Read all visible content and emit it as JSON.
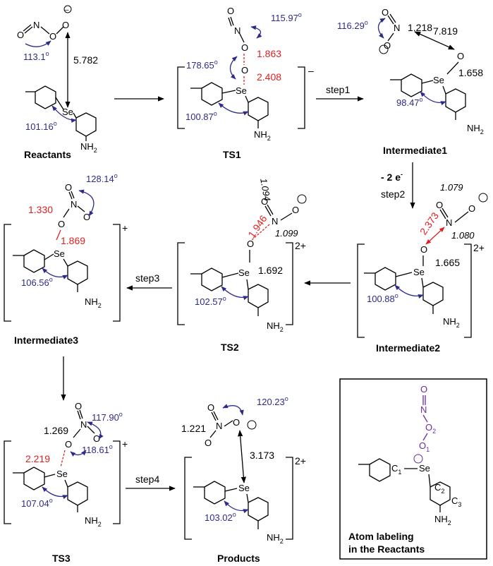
{
  "labels": {
    "reactants": "Reactants",
    "ts1": "TS1",
    "int1": "Intermediate1",
    "int2": "Intermediate2",
    "ts2": "TS2",
    "int3": "Intermediate3",
    "ts3": "TS3",
    "products": "Products"
  },
  "steps": {
    "step1": "step1",
    "step2": "step2",
    "step2_note": "- 2 e",
    "step3": "step3",
    "step4": "step4"
  },
  "charges": {
    "ts1": "–",
    "int2": "2+",
    "ts2": "2+",
    "int3": "+",
    "ts3": "+",
    "products": "2+"
  },
  "atoms": {
    "se": "Se",
    "nh2": "NH",
    "nh2_sub": "2",
    "o": "O",
    "n": "N",
    "minus": "–"
  },
  "distances": {
    "reactants_o_se": "5.782",
    "ts1_o_o": "1.863",
    "ts1_o_se": "2.408",
    "int1_no": "1.218",
    "int1_o_o": "7.819",
    "int1_se_o": "1.658",
    "int2_o_n": "2.373",
    "int2_no_a": "1.079",
    "int2_no_b": "1.080",
    "int2_se_o": "1.665",
    "ts2_o_n": "1.946",
    "ts2_no_a": "1.094",
    "ts2_no_b": "1.099",
    "ts2_se_o": "1.692",
    "int3_o_n": "1.330",
    "int3_o_se": "1.869",
    "ts3_no": "1.269",
    "ts3_o_se": "2.219",
    "products_no": "1.221",
    "products_o_se": "3.173"
  },
  "angles": {
    "reactants_ono": "113.1",
    "reactants_cse": "101.16",
    "ts1_ono": "115.97",
    "ts1_oose": "178.65",
    "ts1_cse": "100.87",
    "int1_ono": "116.29",
    "int1_cse": "98.47",
    "int2_cse": "100.88",
    "ts2_cse": "102.57",
    "int3_ono": "128.14",
    "int3_cse": "106.56",
    "ts3_ono": "117.90",
    "ts3_onose": "118.61",
    "ts3_cse": "107.04",
    "products_ono": "120.23",
    "products_cse": "103.02",
    "degree": "o"
  },
  "legend": {
    "title_line1": "Atom labeling",
    "title_line2": "in the Reactants",
    "o1": "O",
    "o1_sub": "1",
    "o2": "O",
    "o2_sub": "2",
    "c1": "C",
    "c1_sub": "1",
    "c2": "C",
    "c2_sub": "2",
    "c3": "C",
    "c3_sub": "3"
  },
  "colors": {
    "angle_blue": "#2e2a8a",
    "distance_red": "#e02020",
    "legend_purple": "#6b2ba0"
  }
}
